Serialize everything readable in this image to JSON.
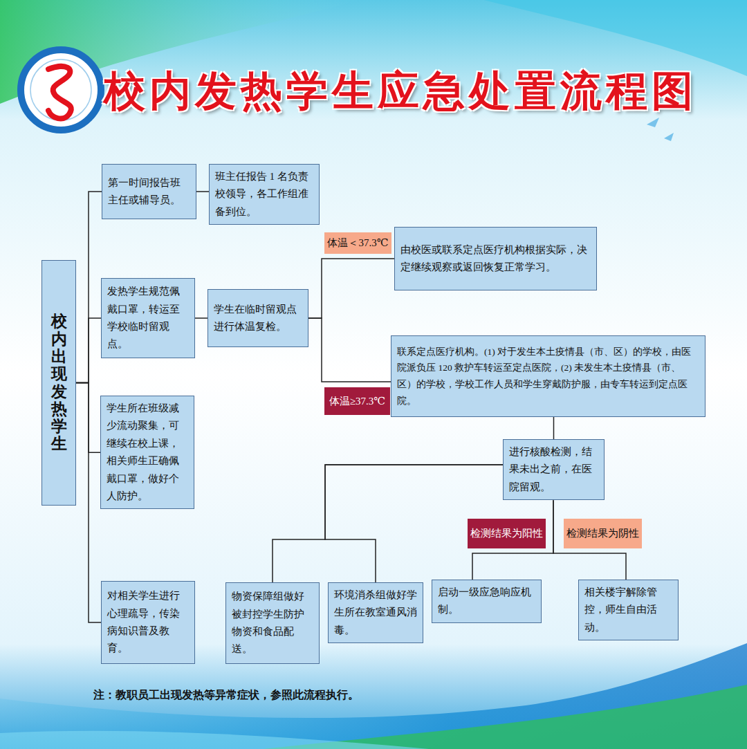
{
  "diagram": {
    "title": "校内发热学生应急处置流程图",
    "nodes": [
      {
        "text": [
          "校内出现发热学生"
        ]
      },
      {
        "text": [
          "第一时间报告班主任或辅导员。"
        ]
      },
      {
        "text": [
          "班主任报告 1 名负责校领导，各工作组准备到位。"
        ]
      },
      {
        "text": [
          "发热学生规范佩戴口罩，转运至学校临时留观点。"
        ]
      },
      {
        "text": [
          "学生在临时留观点进行体温复检。"
        ]
      },
      {
        "text": [
          "由校医或联系定点医疗机构根据实际，决定继续观察或返回恢复正常学习。"
        ]
      },
      {
        "text": [
          "联系定点医疗机构。(1) 对于发生本土疫情县（市、区）的学校，由医院派负压 120 救护车转运至定点医院，(2) 未发生本土疫情县（市、区）的学校，学校工作人员和学生穿戴防护服，由专车转运到定点医院。"
        ]
      },
      {
        "text": [
          "进行核酸检测，结果未出之前，在医院留观。"
        ]
      },
      {
        "text": [
          "学生所在班级减少流动聚集，可继续在校上课，相关师生正确佩戴口罩，做好个人防护。"
        ]
      },
      {
        "text": [
          "对相关学生进行心理疏导，传染病知识普及教育。"
        ]
      },
      {
        "text": [
          "物资保障组做好被封控学生防护物资和食品配送。"
        ]
      },
      {
        "text": [
          "环境消杀组做好学生所在教室通风消毒。"
        ]
      },
      {
        "text": [
          "启动一级应急响应机制。"
        ]
      },
      {
        "text": [
          "相关楼宇解除管控，师生自由活动。"
        ]
      }
    ],
    "edges": [
      {
        "from": 0,
        "to": 1,
        "arrow": "none"
      },
      {
        "from": 0,
        "to": 3,
        "arrow": "none"
      },
      {
        "from": 0,
        "to": 8,
        "arrow": "none"
      },
      {
        "from": 0,
        "to": 9,
        "arrow": "none"
      },
      {
        "from": 1,
        "to": 2,
        "arrow": "none"
      },
      {
        "from": 3,
        "to": 4,
        "arrow": "none"
      },
      {
        "from": 4,
        "to": 5,
        "label": "体温＜37.3℃",
        "arrow": "none"
      },
      {
        "from": 4,
        "to": 6,
        "label": "体温≥37.3℃",
        "arrow": "none"
      },
      {
        "from": 6,
        "to": 7,
        "arrow": "none"
      },
      {
        "from": 7,
        "to": 10,
        "arrow": "none"
      },
      {
        "from": 7,
        "to": 11,
        "arrow": "none"
      },
      {
        "from": 7,
        "to": 12,
        "label": "检测结果为阳性",
        "arrow": "none"
      },
      {
        "from": 7,
        "to": 13,
        "label": "检测结果为阴性",
        "arrow": "none"
      }
    ],
    "labels": [
      "注：教职员工出现发热等异常症状，参照此流程执行。"
    ]
  }
}
